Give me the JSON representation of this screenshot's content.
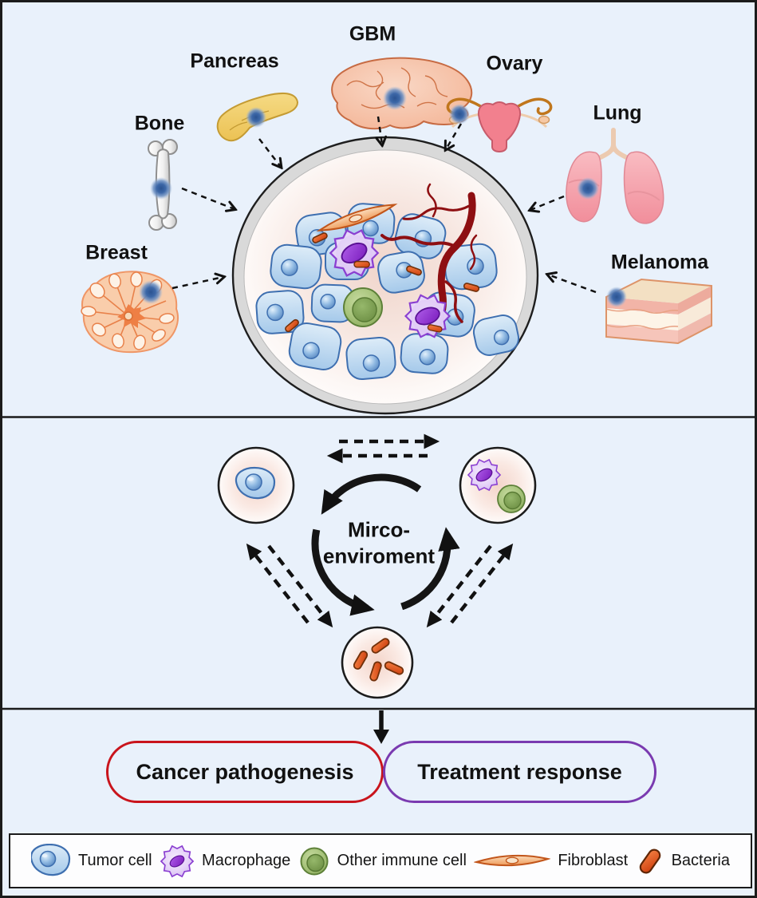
{
  "top_section": {
    "organs": {
      "gbm": {
        "label": "GBM"
      },
      "pancreas": {
        "label": "Pancreas"
      },
      "ovary": {
        "label": "Ovary"
      },
      "bone": {
        "label": "Bone"
      },
      "lung": {
        "label": "Lung"
      },
      "breast": {
        "label": "Breast"
      },
      "melanoma": {
        "label": "Melanoma"
      }
    }
  },
  "middle_section": {
    "cycle_label": {
      "line1": "Mirco-",
      "line2": "enviroment"
    }
  },
  "bottom_section": {
    "outcomes": [
      {
        "label": "Cancer pathogenesis",
        "border_color": "#c9141c"
      },
      {
        "label": "Treatment response",
        "border_color": "#7a3ab0"
      }
    ]
  },
  "legend": {
    "items": [
      {
        "icon": "tumor-cell-icon",
        "label": "Tumor cell"
      },
      {
        "icon": "macrophage-icon",
        "label": "Macrophage"
      },
      {
        "icon": "other-immune-cell-icon",
        "label": "Other immune cell"
      },
      {
        "icon": "fibroblast-icon",
        "label": "Fibroblast"
      },
      {
        "icon": "bacteria-icon",
        "label": "Bacteria"
      }
    ]
  },
  "colors": {
    "background": "#e9f1fb",
    "frame": "#1b1b1b",
    "tumor_cell_fill": "#bcd9f2",
    "macrophage_fill": "#e6d4f8",
    "immune_cell_fill": "#a8c47c",
    "fibroblast_fill": "#f5b98a",
    "bacteria_fill": "#df4f16",
    "blood_vessel": "#8e0f12",
    "tumor_spot": "#2b5391"
  }
}
